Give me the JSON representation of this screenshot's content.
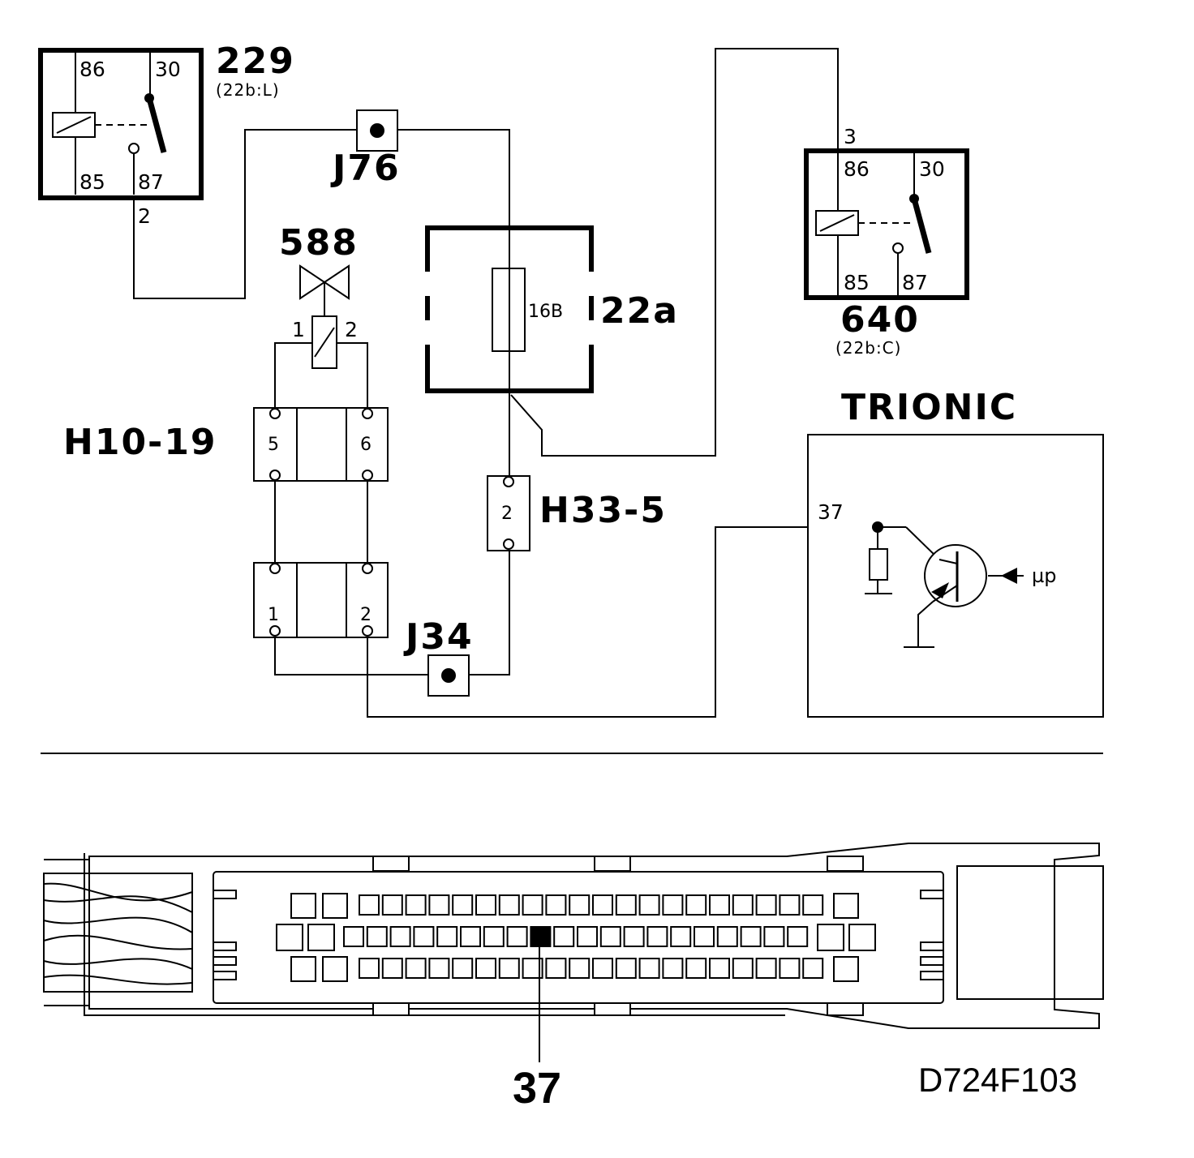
{
  "relay_229": {
    "id": "229",
    "ref": "(22b:L)",
    "pins": {
      "p86": "86",
      "p30": "30",
      "p85": "85",
      "p87": "87"
    },
    "wire_pin": "2"
  },
  "relay_640": {
    "id": "640",
    "ref": "(22b:C)",
    "pins": {
      "p86": "86",
      "p30": "30",
      "p85": "85",
      "p87": "87"
    },
    "wire_pin": "3"
  },
  "junction_j76": "J76",
  "junction_j34": "J34",
  "valve": {
    "id": "588",
    "pin1": "1",
    "pin2": "2"
  },
  "fuse_box": {
    "id": "22a",
    "fuse": "16B"
  },
  "connector_h10": {
    "id": "H10-19",
    "top_left": "5",
    "top_right": "6",
    "bottom_left": "1",
    "bottom_right": "2"
  },
  "connector_h33": {
    "id": "H33-5",
    "pin": "2"
  },
  "ecu": {
    "title": "TRIONIC",
    "pin": "37",
    "input": "µp"
  },
  "connector_view": {
    "highlight_pin": "37"
  },
  "doc_code": "D724F103"
}
